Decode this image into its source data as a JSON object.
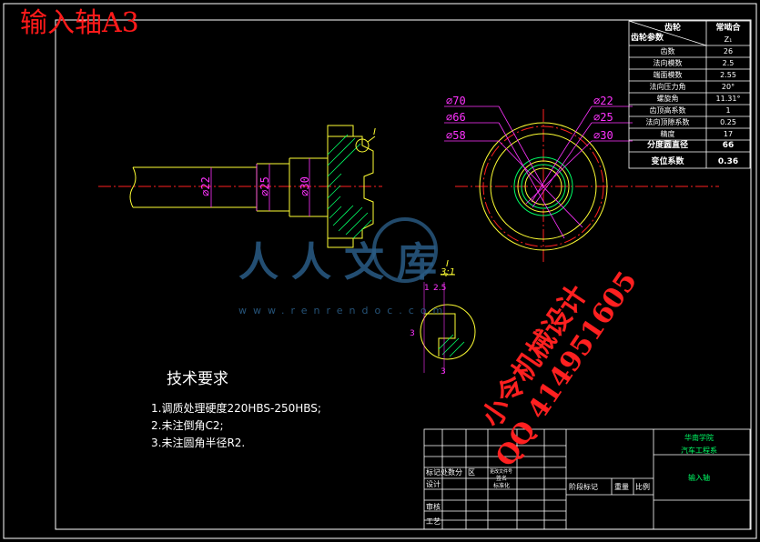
{
  "title": "输入轴A3",
  "watermark": {
    "brand": "人人文库",
    "url": "www.renrendoc.com",
    "designer": "小令机械设计",
    "qq": "QQ 414951605"
  },
  "tech_requirements": {
    "title": "技术要求",
    "items": [
      "1.调质处理硬度220HBS-250HBS;",
      "2.未注倒角C2;",
      "3.未注圆角半径R2."
    ]
  },
  "dimensions": {
    "shaft_d22": "⌀22",
    "shaft_d25": "⌀25",
    "shaft_d30": "⌀30",
    "circle_d70": "⌀70",
    "circle_d66": "⌀66",
    "circle_d58": "⌀58",
    "circle_d22": "⌀22",
    "circle_d25": "⌀25",
    "circle_d30": "⌀30",
    "detail_ref": "I",
    "detail_scale_top": "I",
    "detail_scale_bottom": "3:1",
    "detail_dim_1": "1",
    "detail_dim_2": "2.5",
    "detail_dim_3": "3",
    "detail_dim_3b": "3"
  },
  "param_table": {
    "header_left_top": "齿轮",
    "header_left_bottom": "齿轮参数",
    "header_right_top": "常啮合",
    "header_right_bottom": "Z₁",
    "rows": [
      {
        "label": "齿数",
        "value": "26"
      },
      {
        "label": "法向模数",
        "value": "2.5"
      },
      {
        "label": "端面模数",
        "value": "2.55"
      },
      {
        "label": "法向压力角",
        "value": "20°"
      },
      {
        "label": "螺旋角",
        "value": "11.31°"
      },
      {
        "label": "齿顶高系数",
        "value": "1"
      },
      {
        "label": "法向顶隙系数",
        "value": "0.25"
      },
      {
        "label": "精度",
        "value": "17"
      },
      {
        "label": "分度圆直径",
        "value": "66"
      },
      {
        "label": "变位系数",
        "value": "0.36"
      }
    ]
  },
  "title_block": {
    "school": "华南学院",
    "dept": "汽车工程系",
    "part_name": "输入轴",
    "row_mark": "标记处数分",
    "row_file": "区",
    "row_change": "更改文件号",
    "row_sign": "签名",
    "design": "设计",
    "standard": "标准化",
    "stage_mark": "阶段标记",
    "weight": "重量",
    "scale": "比例",
    "review": "审核",
    "process": "工艺"
  },
  "colors": {
    "frame": "#ffffff",
    "section": "#ffff33",
    "center": "#ff2020",
    "dimension": "#ff33ff",
    "hatch": "#00ff66",
    "watermark_red": "#ff2020",
    "watermark_blue": "#2a5c86"
  }
}
